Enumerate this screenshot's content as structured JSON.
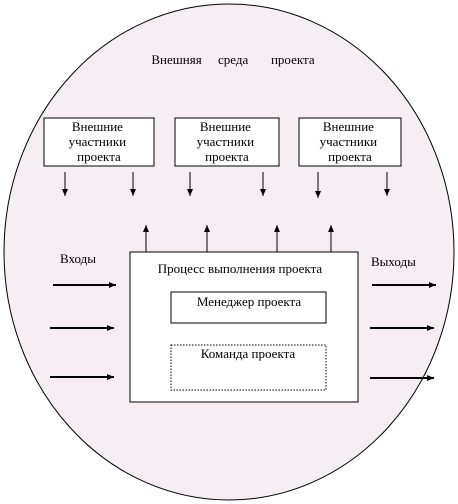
{
  "diagram": {
    "environment_label": "Внешняя     среда       проекта",
    "external_participants": [
      {
        "lines": [
          "Внешние",
          "участники",
          "проекта"
        ]
      },
      {
        "lines": [
          "Внешние",
          "участники",
          "проекта"
        ]
      },
      {
        "lines": [
          "Внешние",
          "участники",
          "проекта"
        ]
      }
    ],
    "process_label": "Процесс выполнения проекта",
    "manager_label": "Менеджер проекта",
    "team_label": "Команда проекта",
    "inputs_label": "Входы",
    "outputs_label": "Выходы"
  },
  "colors": {
    "environment_fill": "#f7eef5",
    "box_fill": "#ffffff",
    "stroke": "#000000"
  }
}
